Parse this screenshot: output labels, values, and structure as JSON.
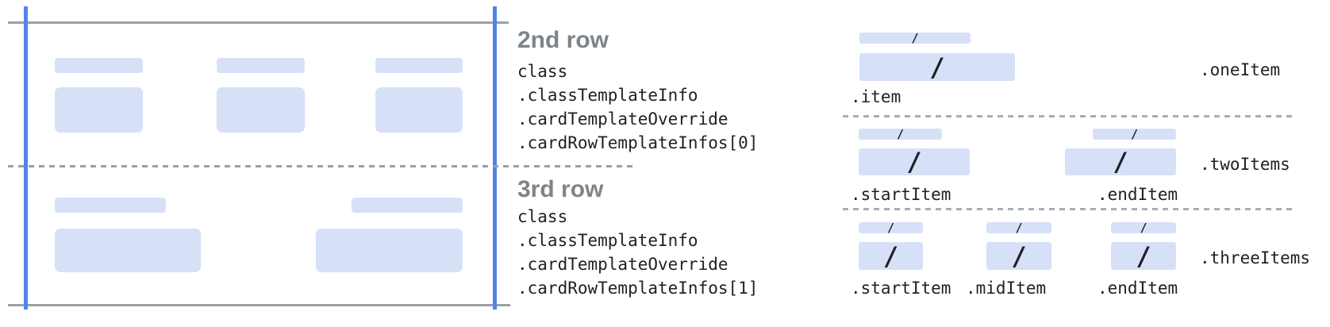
{
  "annotations": [
    {
      "heading": "2nd row",
      "lines": [
        "class",
        ".classTemplateInfo",
        ".cardTemplateOverride",
        ".cardRowTemplateInfos[0]"
      ]
    },
    {
      "heading": "3rd row",
      "lines": [
        "class",
        ".classTemplateInfo",
        ".cardTemplateOverride",
        ".cardRowTemplateInfos[1]"
      ]
    }
  ],
  "row_templates": {
    "one_item": {
      "name": ".oneItem",
      "items": [
        ".item"
      ]
    },
    "two_items": {
      "name": ".twoItems",
      "items": [
        ".startItem",
        ".endItem"
      ]
    },
    "three_items": {
      "name": ".threeItems",
      "items": [
        ".startItem",
        ".midItem",
        ".endItem"
      ]
    }
  },
  "glyphs": {
    "field_separator": "/"
  },
  "colors": {
    "accent_blue": "#5183EC",
    "placeholder_blue": "#D6E1F8",
    "line_gray": "#9AA0A6",
    "heading_gray": "#7D848A",
    "text_dark": "#202124"
  }
}
